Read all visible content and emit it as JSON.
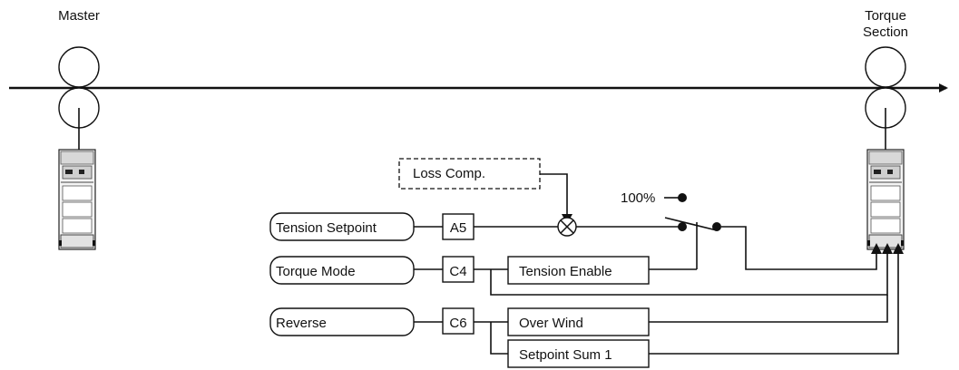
{
  "labels": {
    "master": "Master",
    "torque_section_line1": "Torque",
    "torque_section_line2": "Section",
    "loss_comp": "Loss Comp.",
    "hundred_percent": "100%"
  },
  "inputs": {
    "tension_setpoint": "Tension Setpoint",
    "torque_mode": "Torque Mode",
    "reverse": "Reverse"
  },
  "terminals": {
    "a5": "A5",
    "c4": "C4",
    "c6": "C6"
  },
  "functions": {
    "tension_enable": "Tension Enable",
    "over_wind": "Over Wind",
    "setpoint_sum_1": "Setpoint Sum 1"
  }
}
